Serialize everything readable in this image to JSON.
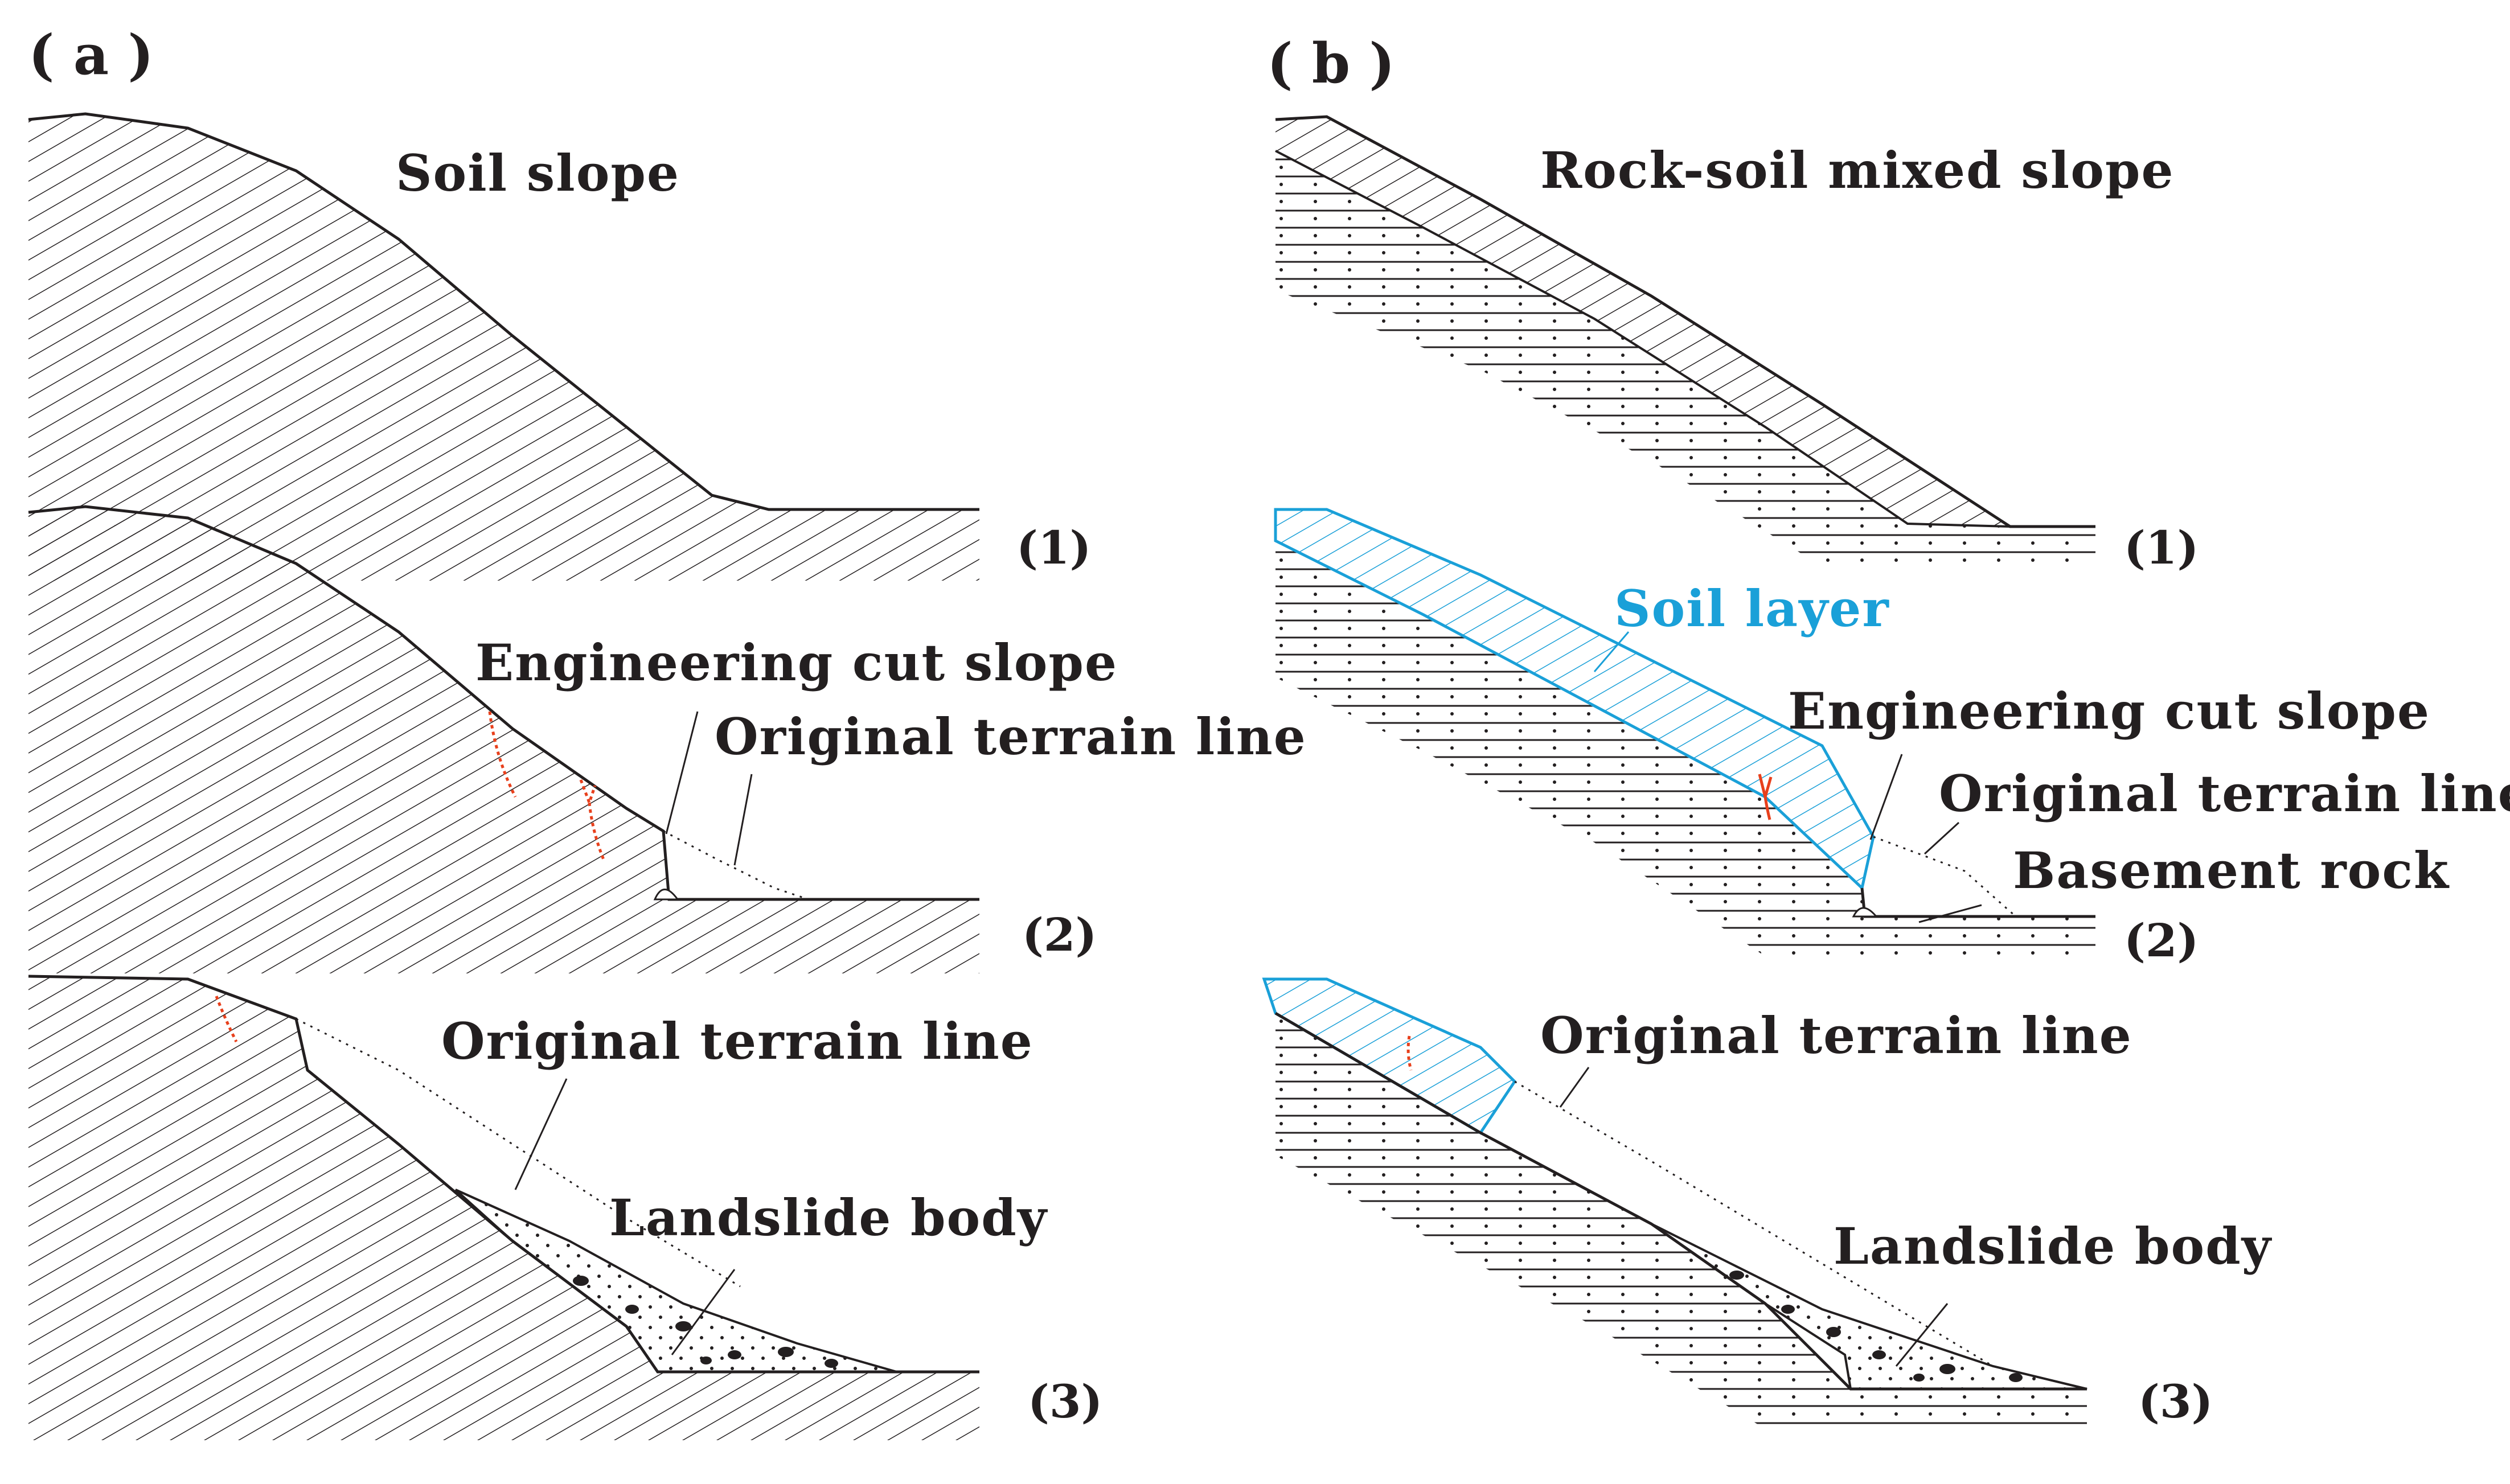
{
  "panels": {
    "a": {
      "label": "( a )",
      "title": "Soil  slope",
      "stages": [
        "(1)",
        "(2)",
        "(3)"
      ],
      "cut_slope_label": "Engineering cut slope",
      "terrain_label_2": "Original terrain line",
      "terrain_label_3": "Original terrain line",
      "landslide_label": "Landslide body"
    },
    "b": {
      "label": "( b )",
      "title": "Rock-soil  mixed  slope",
      "stages": [
        "(1)",
        "(2)",
        "(3)"
      ],
      "soil_layer_label": "Soil layer",
      "cut_slope_label": "Engineering cut slope",
      "terrain_label_2": "Original terrain line",
      "basement_label": "Basement rock",
      "terrain_label_3": "Original terrain line",
      "landslide_label": "Landslide body"
    }
  },
  "colors": {
    "ink": "#231f20",
    "soil_layer": "#1aa0d8",
    "crack": "#e8401c"
  }
}
